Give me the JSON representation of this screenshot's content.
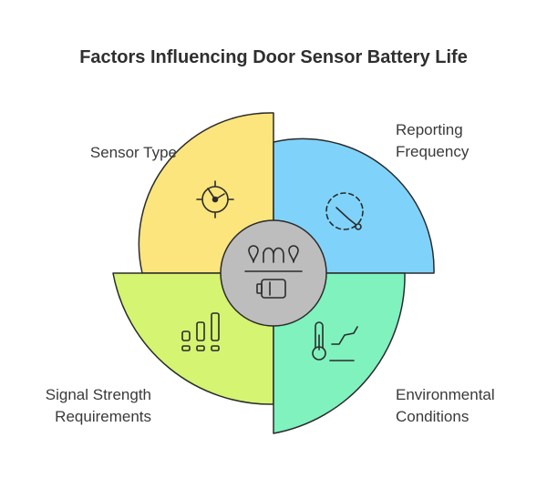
{
  "title": "Factors Influencing Door Sensor Battery Life",
  "segments": [
    {
      "id": "sensor-type",
      "lines": [
        "Sensor Type"
      ],
      "color": "#fbe57c",
      "icon": "radar-icon"
    },
    {
      "id": "reporting-frequency",
      "lines": [
        "Reporting",
        "Frequency"
      ],
      "color": "#7fd3fa",
      "icon": "timer-icon"
    },
    {
      "id": "signal-strength",
      "lines": [
        "Signal Strength",
        "Requirements"
      ],
      "color": "#d4f472",
      "icon": "signal-bars-icon"
    },
    {
      "id": "environmental-conditions",
      "lines": [
        "Environmental",
        "Conditions"
      ],
      "color": "#7ff2be",
      "icon": "thermometer-icon"
    }
  ],
  "center": {
    "color": "#bdbdbd",
    "icon": "sensor-battery-icon"
  }
}
